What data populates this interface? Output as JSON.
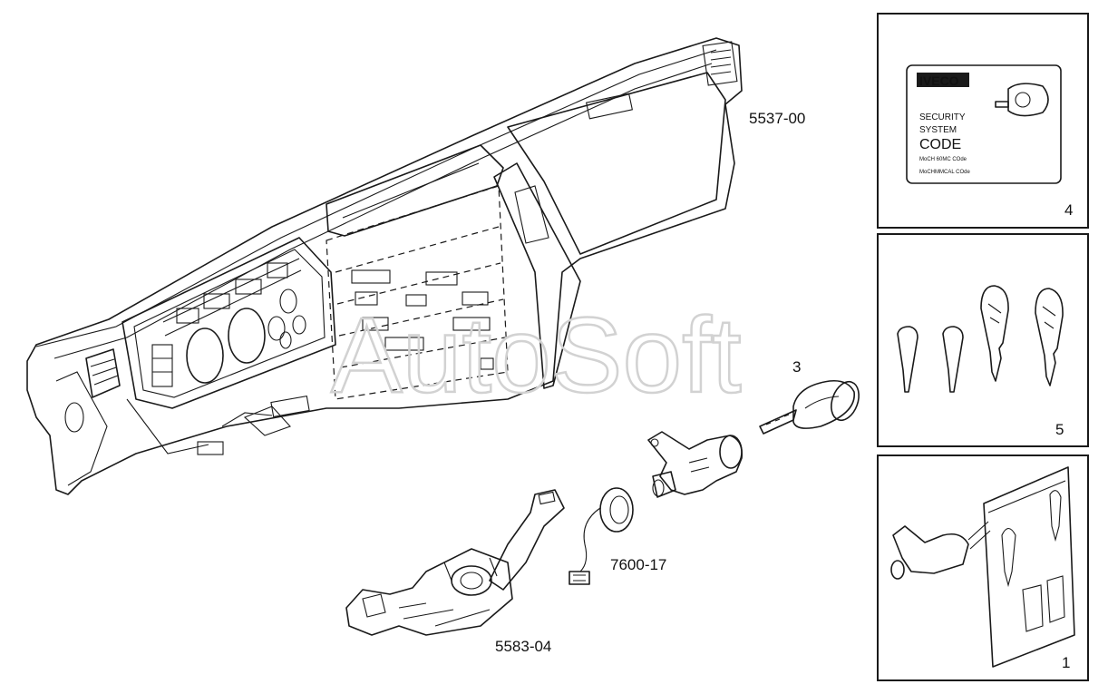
{
  "watermark": "AutoSoft",
  "callouts": {
    "dashboard": "5537-00",
    "key": "3",
    "immobilizer_ring": "7600-17",
    "steering_switch": "5583-04"
  },
  "panels": {
    "security_card": {
      "number": "4",
      "brand": "IVECO",
      "line1": "SECURITY",
      "line2": "SYSTEM",
      "line3": "CODE",
      "small1": "MoCH 60MC COde",
      "small2": "MoCHMMCAL COde"
    },
    "key_set": {
      "number": "5"
    },
    "lock_kit": {
      "number": "1"
    }
  }
}
